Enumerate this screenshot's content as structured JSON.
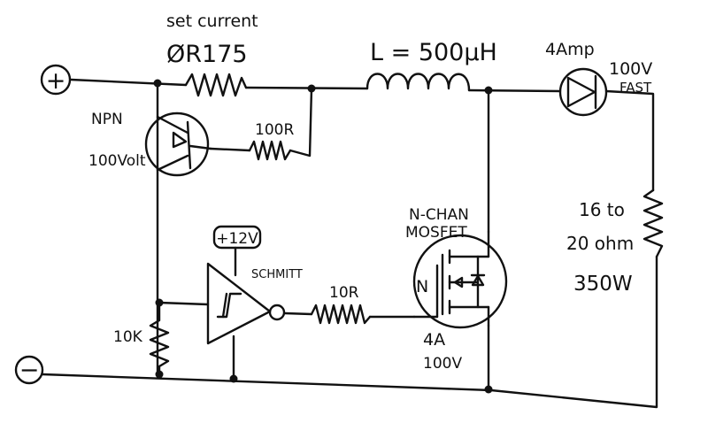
{
  "labels": {
    "set_current": "set current",
    "sense_resistor": "ØR175",
    "inductor": "L = 500µH",
    "diode_current": "4Amp",
    "diode_voltage": "100V",
    "diode_type": "FAST",
    "npn": "NPN",
    "npn_voltage": "100Volt",
    "base_resistor": "100R",
    "supply_12v": "+12V",
    "schmitt": "SCHMITT",
    "mosfet_line1": "N-CHAN",
    "mosfet_line2": "MOSFET",
    "mosfet_n": "N",
    "gate_resistor": "10R",
    "mosfet_current": "4A",
    "mosfet_voltage": "100V",
    "pull_resistor": "10K",
    "load_line1": "16 to",
    "load_line2": "20 ohm",
    "load_line3": "350W",
    "plus_terminal": "+",
    "minus_terminal": "−"
  }
}
